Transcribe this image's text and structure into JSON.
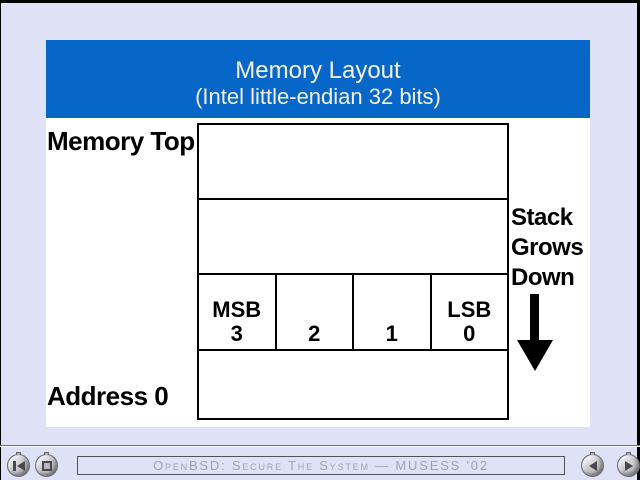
{
  "slide": {
    "title_line1": "Memory Layout",
    "title_line2": "(Intel little-endian 32 bits)"
  },
  "diagram": {
    "memory_top_label": "Memory Top",
    "address_zero_label": "Address 0",
    "byte_row": {
      "cells": [
        {
          "label": "MSB",
          "number": "3"
        },
        {
          "label": "",
          "number": "2"
        },
        {
          "label": "",
          "number": "1"
        },
        {
          "label": "LSB",
          "number": "0"
        }
      ]
    },
    "stack_annotation": {
      "line1": "Stack",
      "line2": "Grows",
      "line3": "Down",
      "arrow_icon": "down-arrow-icon"
    }
  },
  "footer": {
    "status_text": "OpenBSD: Secure The System — MUSESS '02",
    "nav_buttons": [
      {
        "name": "go-first",
        "icon": "skip-back-icon"
      },
      {
        "name": "stop",
        "icon": "stop-icon"
      },
      {
        "name": "previous-slide",
        "icon": "back-arrow-icon"
      },
      {
        "name": "next-slide",
        "icon": "forward-arrow-icon"
      }
    ]
  },
  "colors": {
    "page_background": "#dfe1f7",
    "header_background": "#0667c8",
    "header_text": "#f4f1e4",
    "slide_background": "#ffffff",
    "diagram_lines": "#000000",
    "status_text": "#a2a2b4",
    "button_gray": "#b4b4b8"
  }
}
